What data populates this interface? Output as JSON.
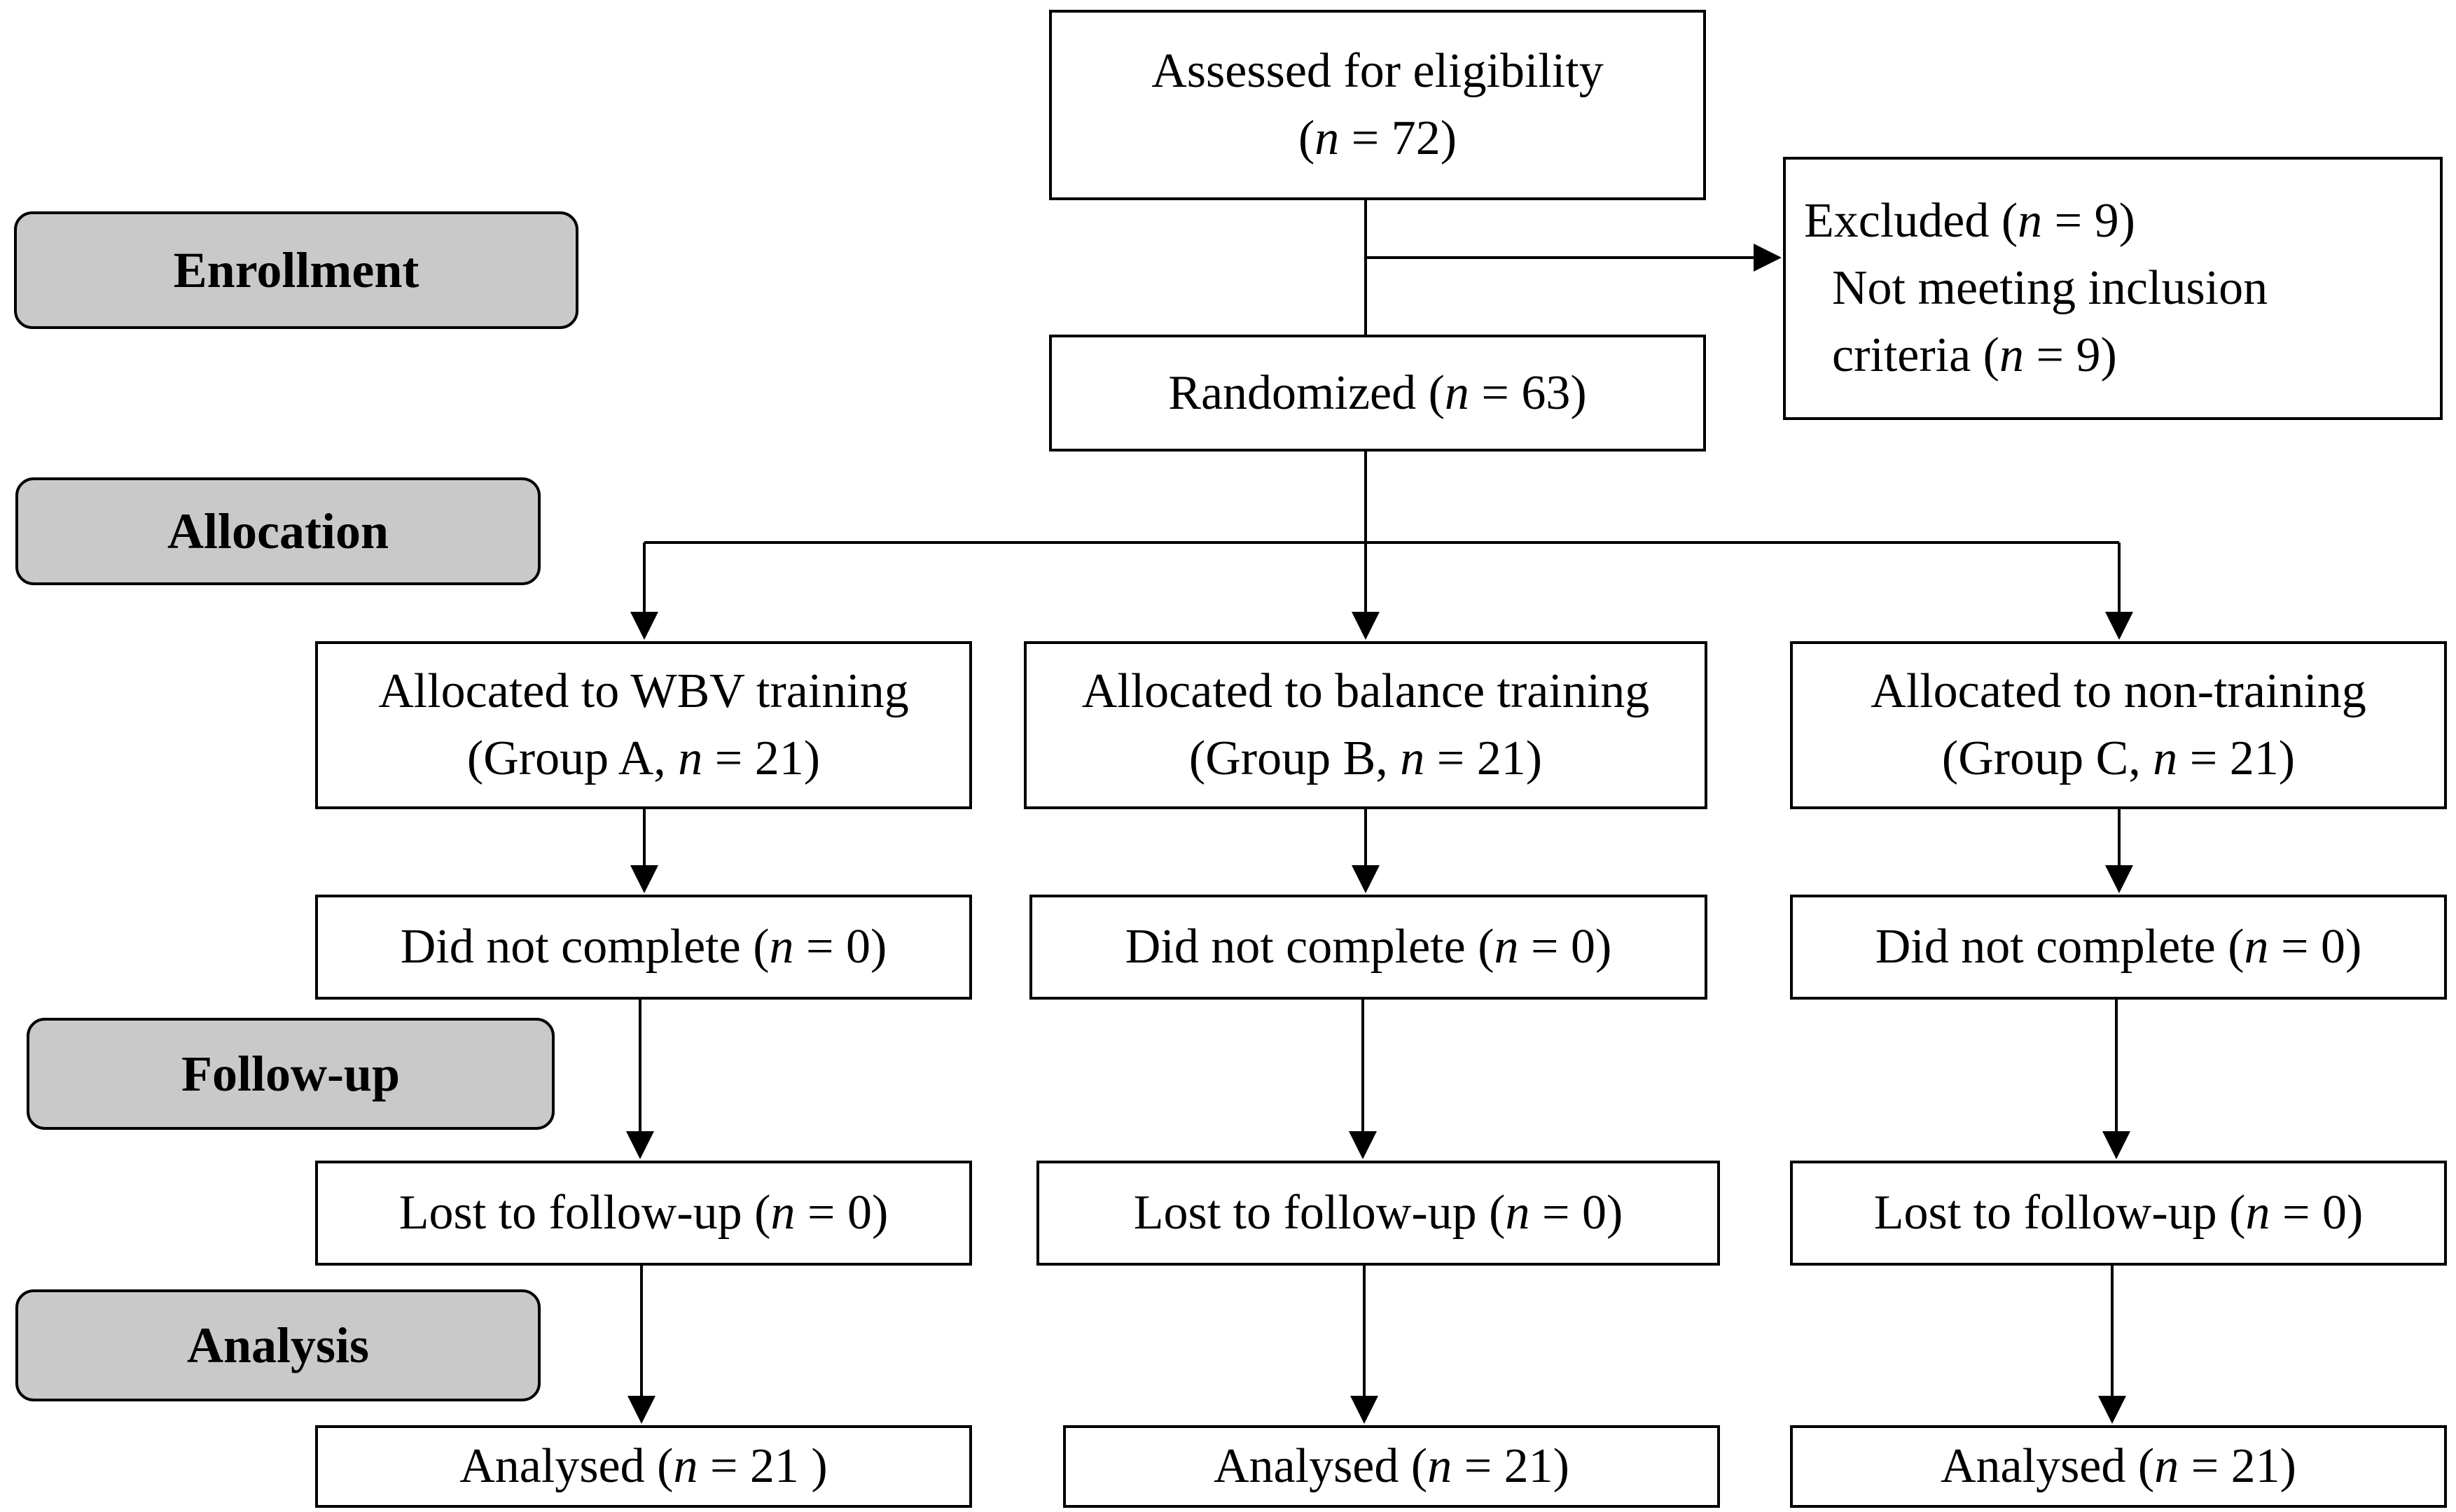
{
  "stages": {
    "enrollment": "Enrollment",
    "allocation": "Allocation",
    "follow_up": "Follow-up",
    "analysis": "Analysis"
  },
  "assessed": {
    "line1": "Assessed for eligibility",
    "open": "(",
    "n": "n",
    "val": " = 72)"
  },
  "excluded": {
    "line1_a": "Excluded (",
    "line1_n": "n",
    "line1_b": " = 9)",
    "line2": "Not meeting inclusion",
    "line3_a": "criteria (",
    "line3_n": "n",
    "line3_b": " = 9)"
  },
  "randomized": {
    "a": "Randomized (",
    "n": "n",
    "b": " = 63)"
  },
  "groups": [
    {
      "alloc_line1": "Allocated to WBV training",
      "alloc_a": "(Group A, ",
      "alloc_n": "n",
      "alloc_b": " = 21)",
      "dnc_a": "Did not complete (",
      "dnc_n": "n",
      "dnc_b": " = 0)",
      "lost_a": "Lost to follow-up (",
      "lost_n": "n",
      "lost_b": " = 0)",
      "an_a": "Analysed  (",
      "an_n": "n",
      "an_b": " = 21 )"
    },
    {
      "alloc_line1": "Allocated to balance training",
      "alloc_a": "(Group B, ",
      "alloc_n": "n",
      "alloc_b": " = 21)",
      "dnc_a": "Did not complete (",
      "dnc_n": "n",
      "dnc_b": " = 0)",
      "lost_a": "Lost to follow-up (",
      "lost_n": "n",
      "lost_b": " = 0)",
      "an_a": "Analysed  (",
      "an_n": "n",
      "an_b": " = 21)"
    },
    {
      "alloc_line1": "Allocated to non-training",
      "alloc_a": "(Group C, ",
      "alloc_n": "n",
      "alloc_b": " = 21)",
      "dnc_a": "Did not complete (",
      "dnc_n": "n",
      "dnc_b": " = 0)",
      "lost_a": "Lost to follow-up (",
      "lost_n": "n",
      "lost_b": " = 0)",
      "an_a": "Analysed  (",
      "an_n": "n",
      "an_b": " = 21)"
    }
  ]
}
